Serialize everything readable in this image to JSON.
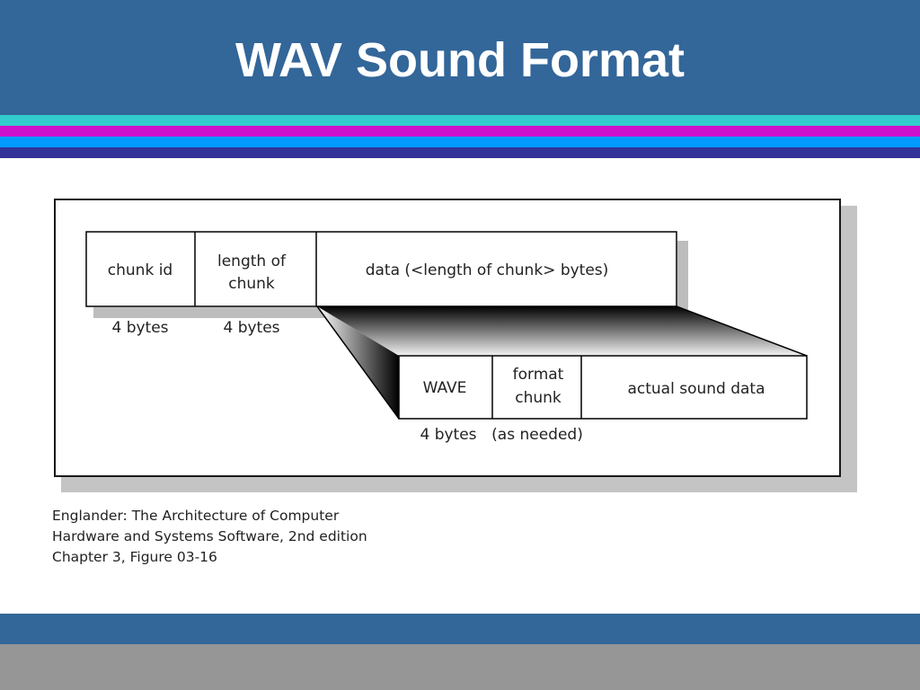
{
  "slide": {
    "title": "WAV Sound Format",
    "colors": {
      "header": "#336699",
      "stripe_teal": "#33CCCC",
      "stripe_magenta": "#CC11CC",
      "stripe_blue": "#0099FF",
      "stripe_navy": "#333399",
      "footer_gray": "#969696"
    }
  },
  "diagram": {
    "chunk_fields": [
      "chunk id",
      [
        "length of",
        "chunk"
      ],
      "data (<length of chunk> bytes)"
    ],
    "chunk_sizes": [
      "4 bytes",
      "4 bytes"
    ],
    "wave_fields": [
      "WAVE",
      [
        "format",
        "chunk"
      ],
      "actual sound data"
    ],
    "wave_sizes": [
      "4 bytes",
      "(as needed)"
    ]
  },
  "caption": {
    "lines": [
      "Englander: The Architecture of Computer",
      "Hardware and Systems Software, 2nd edition",
      "Chapter 3, Figure 03-16"
    ]
  }
}
